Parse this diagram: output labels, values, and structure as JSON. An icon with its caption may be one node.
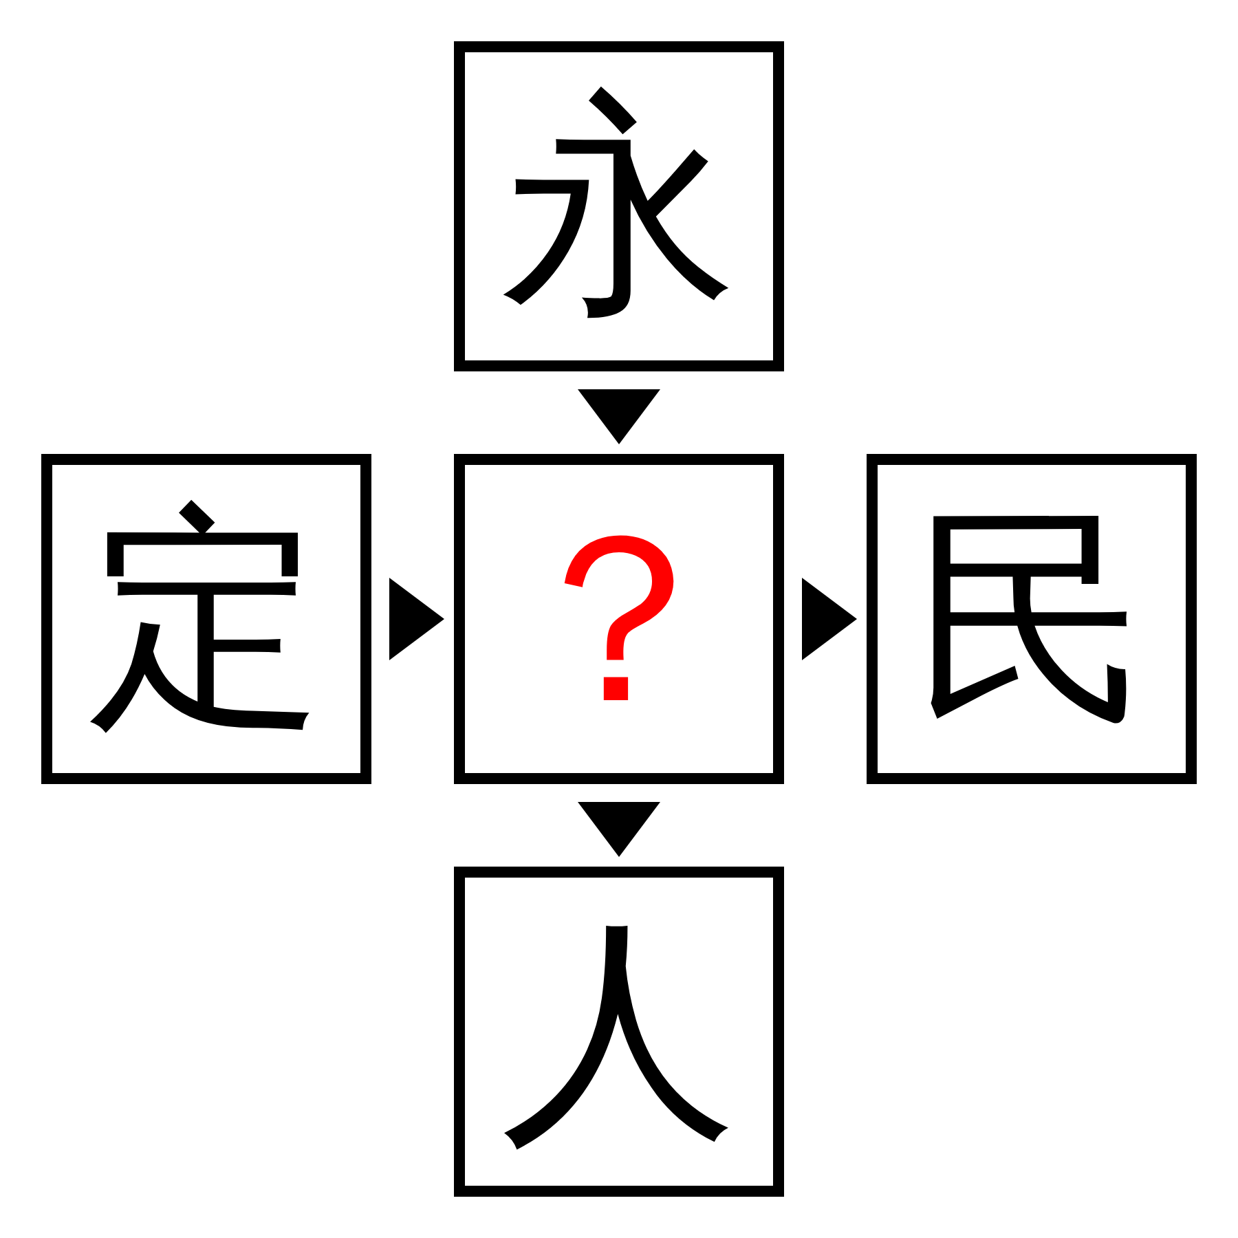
{
  "diagram": {
    "nodes": [
      {
        "text": [
          "永"
        ]
      },
      {
        "text": [
          "定"
        ]
      },
      {
        "text": [
          "？"
        ]
      },
      {
        "text": [
          "民"
        ]
      },
      {
        "text": [
          "人"
        ]
      }
    ],
    "edges": [
      {
        "from": 0,
        "to": 2,
        "arrow": "to"
      },
      {
        "from": 1,
        "to": 2,
        "arrow": "to"
      },
      {
        "from": 2,
        "to": 3,
        "arrow": "to"
      },
      {
        "from": 2,
        "to": 4,
        "arrow": "to"
      }
    ]
  }
}
